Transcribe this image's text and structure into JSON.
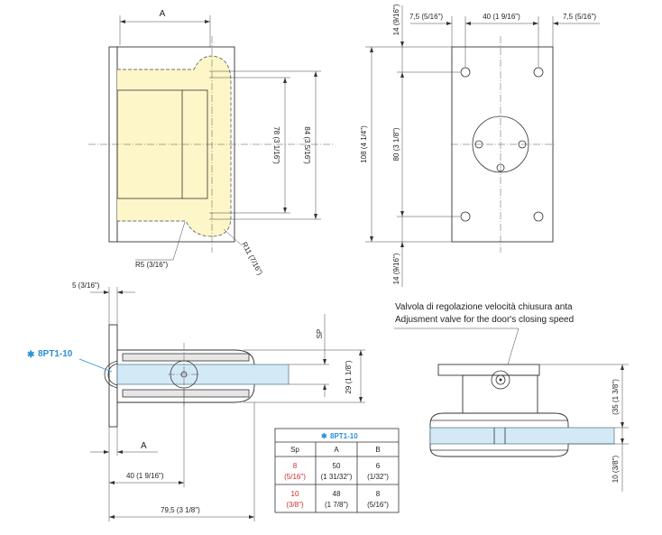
{
  "top_left": {
    "dim_a": "A",
    "dim_78": "78 (3 1/16\")",
    "dim_84": "84 (3 5/16\")",
    "r5": "R5 (3/16\")",
    "r11": "R11 (7/16\")"
  },
  "top_right": {
    "dim_14_top": "14 (9/16\")",
    "dim_7_5_left": "7,5 (5/16\")",
    "dim_40": "40 (1 9/16\")",
    "dim_7_5_right": "7,5 (5/16\")",
    "dim_108": "108 (4 1/4\")",
    "dim_80": "80 (3 1/8\")",
    "dim_14_bottom": "14 (9/16\")"
  },
  "bottom_left": {
    "dim_5": "5 (3/16\")",
    "model_label": "8PT1-10",
    "dim_sp": "SP",
    "dim_29": "29 (1 1/8\")",
    "dim_a": "A",
    "dim_40": "40 (1 9/16\")",
    "dim_79_5": "79,5 (3 1/8\")"
  },
  "spec_table": {
    "title": "8PT1-10",
    "headers": [
      "Sp",
      "A",
      "B"
    ],
    "rows": [
      [
        {
          "main": "8",
          "sub": "(5/16\")"
        },
        {
          "main": "50",
          "sub": "(1 31/32\")"
        },
        {
          "main": "6",
          "sub": "(1/32\")"
        }
      ],
      [
        {
          "main": "10",
          "sub": "(3/8\")"
        },
        {
          "main": "48",
          "sub": "(1 7/8\")"
        },
        {
          "main": "8",
          "sub": "(5/16\")"
        }
      ]
    ]
  },
  "bottom_right": {
    "note_it": "Valvola di regolazione velocità chiusura anta",
    "note_en": "Adjusment valve for the door's closing speed",
    "dim_35": "(35 (1 3/8\")",
    "dim_10": "10 (3/8\")"
  },
  "colors": {
    "accent": "#2a8fd6",
    "highlight": "#d42a2a",
    "body_fill": "#fdf6c8",
    "glass_fill": "#d3e9f6"
  }
}
